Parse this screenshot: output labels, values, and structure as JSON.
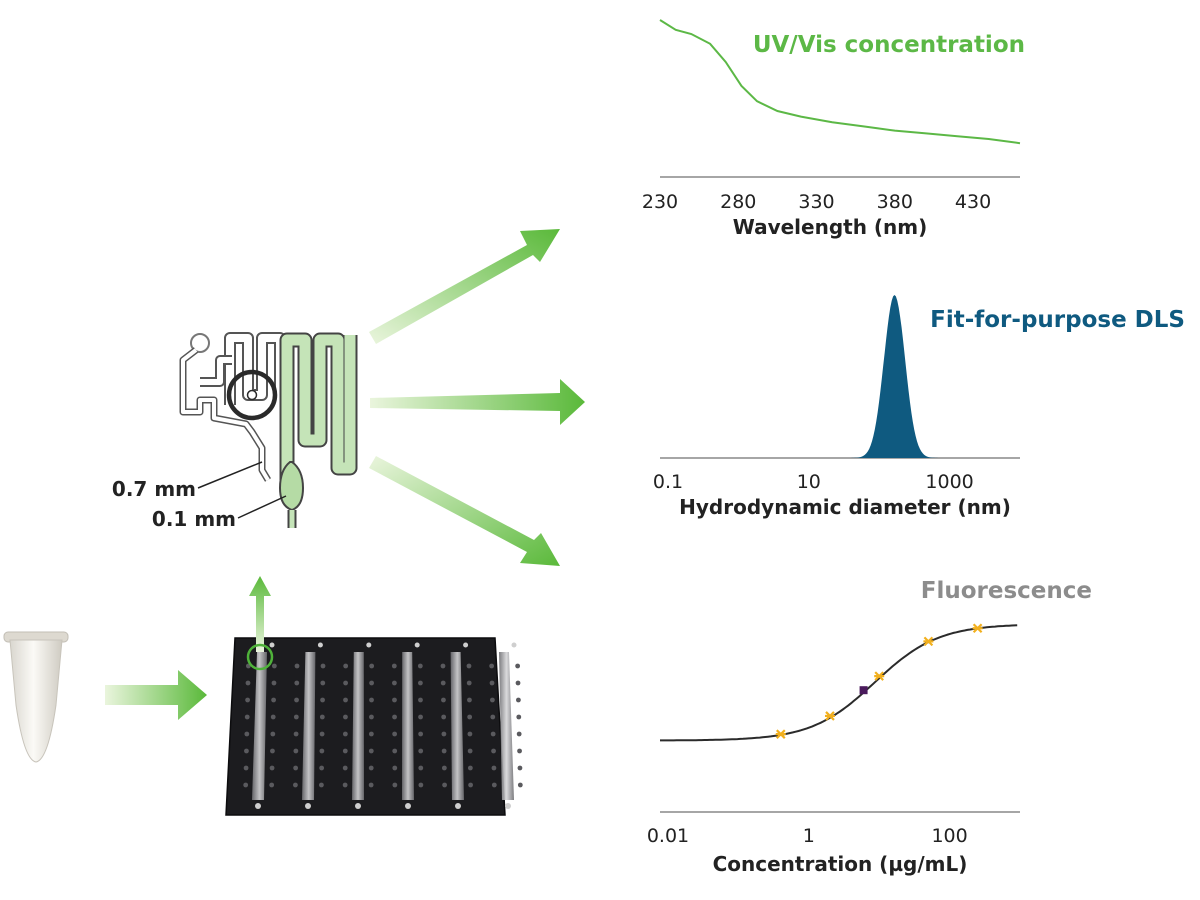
{
  "colors": {
    "uv_green": "#5cb846",
    "dls_blue": "#0f5a80",
    "fluor_gray": "#8c8c8c",
    "arrow_green": "#5ab93a",
    "channel_fill": "#c5e4b8",
    "channel_stroke": "#444444",
    "marker_orange": "#f2b01e",
    "marker_purple": "#4a1a5c",
    "plate_black": "#1c1c1f"
  },
  "icons": {
    "tube": "microcentrifuge-tube-icon",
    "plate": "microfluidic-plate-icon",
    "chip": "microfluidic-channel-icon"
  },
  "chip": {
    "dimension_1": "0.7 mm",
    "dimension_2": "0.1 mm"
  },
  "chart_data": [
    {
      "type": "line",
      "title": "UV/Vis concentration",
      "xlabel": "Wavelength (nm)",
      "ylabel": "",
      "x_ticks": [
        "230",
        "280",
        "330",
        "380",
        "430"
      ],
      "xlim": [
        230,
        460
      ],
      "ylim": [
        0,
        1
      ],
      "y_ticks_shown": false,
      "series": [
        {
          "x": [
            230,
            240,
            250,
            262,
            272,
            282,
            292,
            305,
            320,
            340,
            360,
            380,
            400,
            420,
            440,
            460
          ],
          "values": [
            1.0,
            0.93,
            0.9,
            0.83,
            0.7,
            0.53,
            0.42,
            0.35,
            0.31,
            0.27,
            0.24,
            0.21,
            0.19,
            0.17,
            0.15,
            0.12
          ]
        }
      ]
    },
    {
      "type": "area",
      "title": "Fit-for-purpose DLS",
      "xlabel": "Hydrodynamic diameter (nm)",
      "ylabel": "",
      "x_ticks": [
        "0.1",
        "10",
        "1000"
      ],
      "x_scale": "log",
      "xlim": [
        0.1,
        10000
      ],
      "ylim": [
        0,
        1
      ],
      "y_ticks_shown": false,
      "series": [
        {
          "peak_center": 165,
          "log10_sigma": 0.15,
          "peak_height": 1.0
        }
      ]
    },
    {
      "type": "scatter",
      "title": "Fluorescence",
      "xlabel": "Concentration (µg/mL)",
      "ylabel": "",
      "x_ticks": [
        "0.01",
        "1",
        "100"
      ],
      "x_scale": "log",
      "xlim": [
        0.01,
        1000
      ],
      "ylim": [
        0,
        1
      ],
      "y_ticks_shown": false,
      "fit_curve": {
        "bottom": 0.38,
        "top": 1.0,
        "midpoint": 8,
        "slope": 0.95
      },
      "series": [
        {
          "marker": "orange-star",
          "x": [
            0.4,
            2.0,
            10.0,
            50.0,
            250.0
          ]
        },
        {
          "marker": "purple-square",
          "x": [
            6.0
          ]
        }
      ]
    }
  ]
}
